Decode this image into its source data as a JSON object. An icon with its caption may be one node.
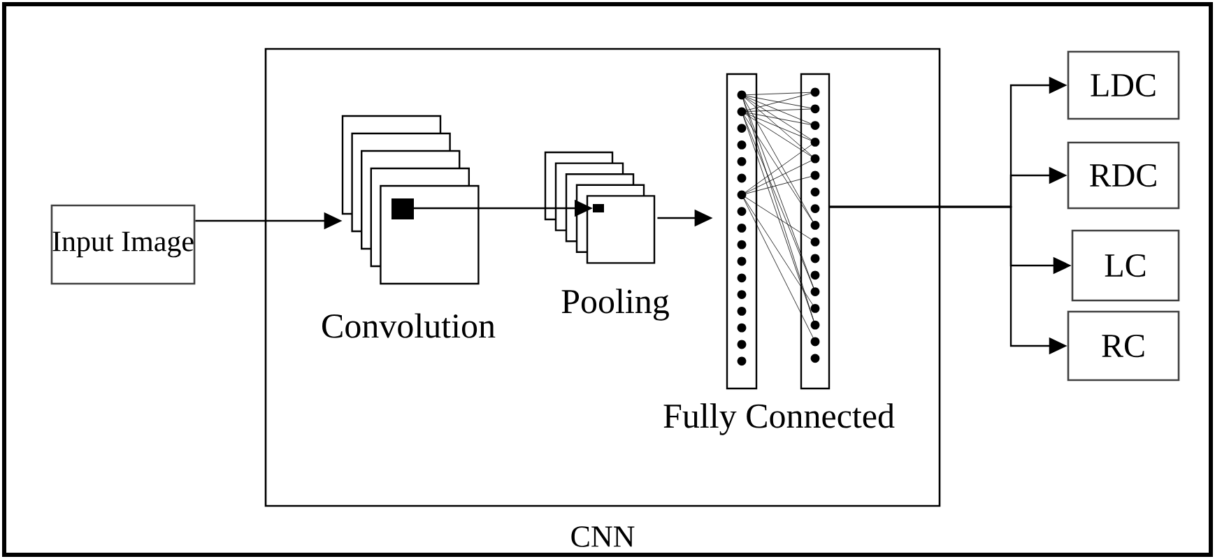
{
  "diagram": {
    "nodes": [
      {
        "text": [
          "CNN"
        ]
      },
      {
        "text": [
          "Input Image"
        ]
      },
      {
        "text": [
          "Convolution"
        ],
        "in": 0
      },
      {
        "text": [
          "Pooling"
        ],
        "in": 0
      },
      {
        "text": [
          "Fully Connected"
        ],
        "in": 0
      },
      {
        "text": [
          "LDC"
        ]
      },
      {
        "text": [
          "RDC"
        ]
      },
      {
        "text": [
          "LC"
        ]
      },
      {
        "text": [
          "RC"
        ]
      }
    ],
    "edges": [
      {
        "from": 1,
        "to": 2,
        "arrow": "to"
      },
      {
        "from": 2,
        "to": 3,
        "arrow": "to"
      },
      {
        "from": 3,
        "to": 4,
        "arrow": "to"
      },
      {
        "from": 4,
        "to": 5,
        "arrow": "to"
      },
      {
        "from": 4,
        "to": 6,
        "arrow": "to"
      },
      {
        "from": 4,
        "to": 7,
        "arrow": "to"
      },
      {
        "from": 4,
        "to": 8,
        "arrow": "to"
      }
    ]
  }
}
